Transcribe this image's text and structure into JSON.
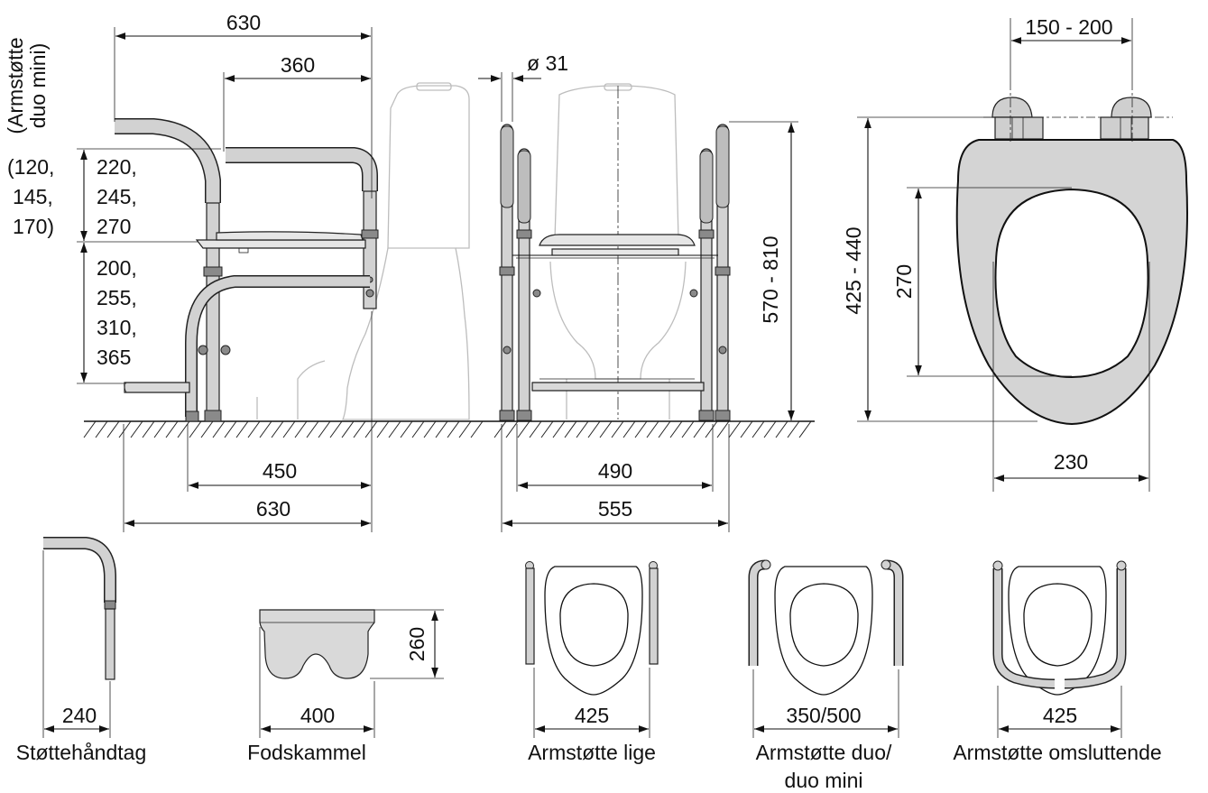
{
  "side_view": {
    "dim_top_total": "630",
    "dim_top_armrest": "360",
    "dim_vertical_note_line1": "(Armstøtte",
    "dim_vertical_note_line2": "duo mini)",
    "armrest_heights_mini": [
      "(120,",
      "145,",
      "170)"
    ],
    "armrest_heights": [
      "220,",
      "245,",
      "270"
    ],
    "seat_heights": [
      "200,",
      "255,",
      "310,",
      "365"
    ],
    "dim_bottom_frame": "450",
    "dim_bottom_total": "630"
  },
  "front_view": {
    "dim_tube_diameter": "ø 31",
    "dim_height_range": "570 - 810",
    "dim_bottom_inner": "490",
    "dim_bottom_outer": "555"
  },
  "seat_view": {
    "dim_hinge_spacing": "150 - 200",
    "dim_seat_length": "425 - 440",
    "dim_opening_length": "270",
    "dim_opening_width": "230"
  },
  "accessories": [
    {
      "caption": "Støttehåndtag",
      "dim": "240"
    },
    {
      "caption": "Fodskammel",
      "dim": "400",
      "dim_height": "260"
    },
    {
      "caption": "Armstøtte lige",
      "dim": "425"
    },
    {
      "caption": "Armstøtte duo/",
      "caption2": "duo mini",
      "dim": "350/500"
    },
    {
      "caption": "Armstøtte omsluttende",
      "dim": "425"
    }
  ]
}
